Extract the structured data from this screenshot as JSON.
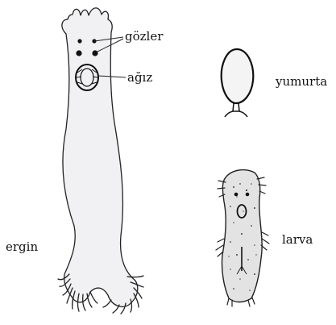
{
  "labels": {
    "eyes": "gözler",
    "mouth": "ağız",
    "egg": "yumurta",
    "larva": "larva",
    "adult": "ergin"
  },
  "colors": {
    "body_fill": "#f1f1f3",
    "outline": "#222222",
    "egg_fill": "#f4f4f4",
    "larva_fill": "#e3e3e3"
  }
}
